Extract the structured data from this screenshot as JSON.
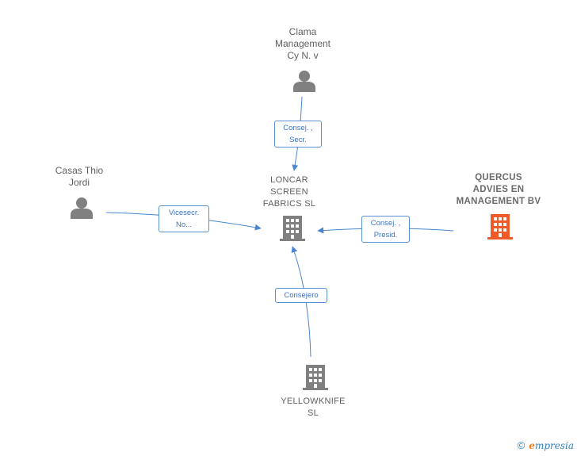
{
  "nodes": {
    "clama": {
      "label": "Clama\nManagement\nCy N. v",
      "icon": "person-icon"
    },
    "casas": {
      "label": "Casas Thio\nJordi",
      "icon": "person-icon"
    },
    "loncar": {
      "label": "LONCAR\nSCREEN\nFABRICS  SL",
      "icon": "building-icon"
    },
    "quercus": {
      "label": "QUERCUS\nADVIES EN\nMANAGEMENT BV",
      "icon": "building-icon",
      "color": "#f05a28"
    },
    "yellowknife": {
      "label": "YELLOWKNIFE\nSL",
      "icon": "building-icon"
    }
  },
  "edges": {
    "clama_loncar": "Consej. ,\nSecr.",
    "casas_loncar": "Vicesecr.\nNo...",
    "quercus_loncar": "Consej. ,\nPresid.",
    "yellowknife_loncar": "Consejero"
  },
  "footer": {
    "copyright": "©",
    "brand_initial": "e",
    "brand_rest": "mpresia"
  },
  "colors": {
    "edge": "#4a86d0",
    "icon_gray": "#808080",
    "icon_highlight": "#f05a28"
  }
}
